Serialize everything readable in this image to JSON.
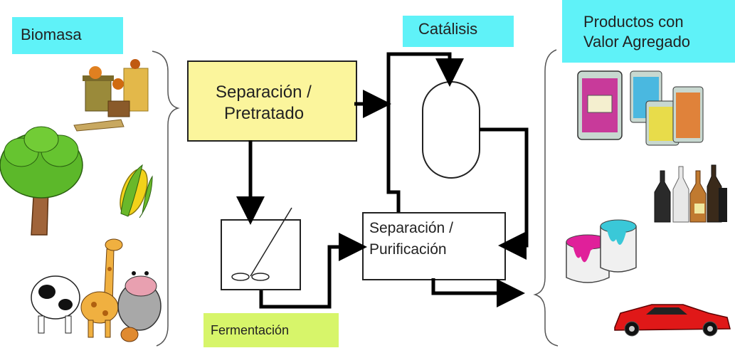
{
  "labels": {
    "biomasa": "Biomasa",
    "catalisis": "Catálisis",
    "productos_line1": "Productos con",
    "productos_line2": "Valor Agregado",
    "fermentacion": "Fermentación"
  },
  "boxes": {
    "pretratamiento_line1": "Separación /",
    "pretratamiento_line2": "Pretratado",
    "purificacion_line1": "Separación /",
    "purificacion_line2": "Purificación"
  },
  "colors": {
    "cyan_tag": "#5ff2f8",
    "green_tag": "#d7f56a",
    "yellow_box": "#fbf59c",
    "line": "#000000"
  },
  "icons": {
    "biomass": [
      "harvest-baskets-icon",
      "tree-icon",
      "corn-icon",
      "farm-animals-icon"
    ],
    "products": [
      "pill-jars-icon",
      "bottles-icon",
      "paint-cans-icon",
      "red-car-icon"
    ]
  }
}
